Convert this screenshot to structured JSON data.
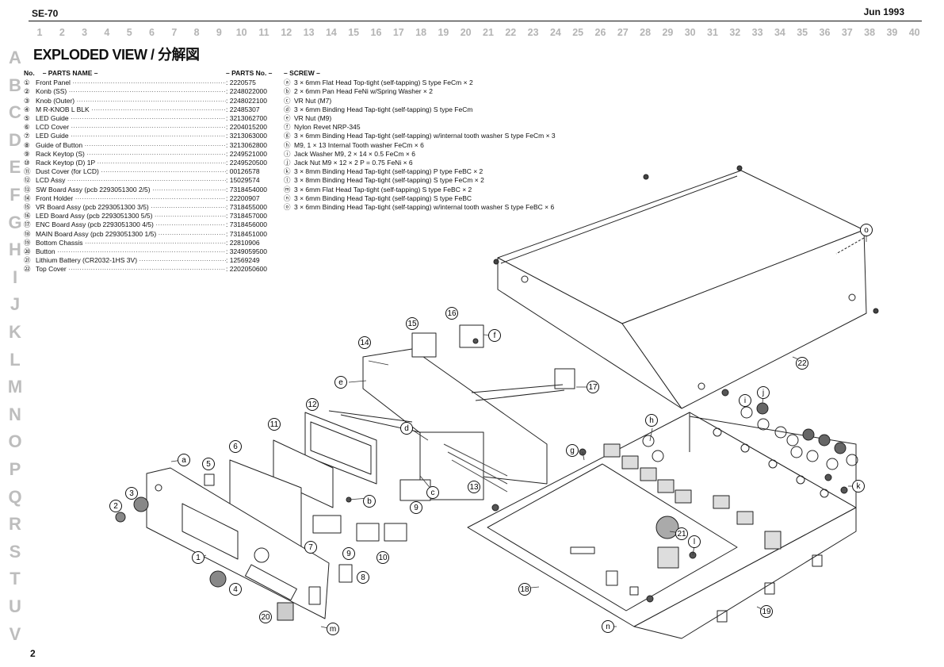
{
  "header": {
    "model": "SE-70",
    "date": "Jun 1993",
    "page_number": "2"
  },
  "column_index": [
    "1",
    "2",
    "3",
    "4",
    "5",
    "6",
    "7",
    "8",
    "9",
    "10",
    "11",
    "12",
    "13",
    "14",
    "15",
    "16",
    "17",
    "18",
    "19",
    "20",
    "21",
    "22",
    "23",
    "24",
    "25",
    "26",
    "27",
    "28",
    "29",
    "30",
    "31",
    "32",
    "33",
    "34",
    "35",
    "36",
    "37",
    "38",
    "39",
    "40"
  ],
  "row_index": [
    "A",
    "B",
    "C",
    "D",
    "E",
    "F",
    "G",
    "H",
    "I",
    "J",
    "K",
    "L",
    "M",
    "N",
    "O",
    "P",
    "Q",
    "R",
    "S",
    "T",
    "U",
    "V"
  ],
  "title": "EXPLODED VIEW / 分解図",
  "parts_list": {
    "header_no": "No.",
    "header_name": "– PARTS NAME –",
    "header_parts_no": "– PARTS No. –",
    "items": [
      {
        "no": "①",
        "name": "Front Panel",
        "part_no": ": 2220575"
      },
      {
        "no": "②",
        "name": "Konb (SS)",
        "part_no": ": 2248022000"
      },
      {
        "no": "③",
        "name": "Knob (Outer)",
        "part_no": ": 2248022100"
      },
      {
        "no": "④",
        "name": "M R-KNOB L BLK",
        "part_no": ": 22485307"
      },
      {
        "no": "⑤",
        "name": "LED Guide",
        "part_no": ": 3213062700"
      },
      {
        "no": "⑥",
        "name": "LCD Cover",
        "part_no": ": 2204015200"
      },
      {
        "no": "⑦",
        "name": "LED Guide",
        "part_no": ": 3213063000"
      },
      {
        "no": "⑧",
        "name": "Guide of Button",
        "part_no": ": 3213062800"
      },
      {
        "no": "⑨",
        "name": "Rack Keytop (S)",
        "part_no": ": 2249521000"
      },
      {
        "no": "⑩",
        "name": "Rack Keytop (D) 1P",
        "part_no": ": 2249520500"
      },
      {
        "no": "⑪",
        "name": "Dust Cover (for LCD)",
        "part_no": ": 00126578"
      },
      {
        "no": "⑫",
        "name": "LCD Assy",
        "part_no": ": 15029574"
      },
      {
        "no": "⑬",
        "name": "SW Board Assy (pcb 2293051300 2/5)",
        "part_no": ": 7318454000"
      },
      {
        "no": "⑭",
        "name": "Front Holder",
        "part_no": ": 22200907"
      },
      {
        "no": "⑮",
        "name": "VR Board Assy (pcb 2293051300 3/5)",
        "part_no": ": 7318455000"
      },
      {
        "no": "⑯",
        "name": "LED Board Assy (pcb 2293051300 5/5)",
        "part_no": ": 7318457000"
      },
      {
        "no": "⑰",
        "name": "ENC Board Assy (pcb 2293051300 4/5)",
        "part_no": ": 7318456000"
      },
      {
        "no": "⑱",
        "name": "MAIN Board Assy (pcb 2293051300 1/5)",
        "part_no": ": 7318451000"
      },
      {
        "no": "⑲",
        "name": "Bottom Chassis",
        "part_no": ": 22810906"
      },
      {
        "no": "⑳",
        "name": "Button",
        "part_no": ": 3249059500"
      },
      {
        "no": "㉑",
        "name": "Lithium Battery (CR2032-1HS 3V)",
        "part_no": ": 12569249"
      },
      {
        "no": "㉒",
        "name": "Top Cover",
        "part_no": ": 2202050600"
      }
    ]
  },
  "screw_list": {
    "header": "– SCREW –",
    "items": [
      {
        "letter": "ⓐ",
        "text": "3 × 6mm Flat Head Top-tight (self-tapping) S type FeCm × 2"
      },
      {
        "letter": "ⓑ",
        "text": "2 × 6mm Pan Head FeNi w/Spring Washer × 2"
      },
      {
        "letter": "ⓒ",
        "text": "VR Nut (M7)"
      },
      {
        "letter": "ⓓ",
        "text": "3 × 6mm Binding Head Tap-tight (self-tapping) S type FeCm"
      },
      {
        "letter": "ⓔ",
        "text": "VR Nut (M9)"
      },
      {
        "letter": "ⓕ",
        "text": "Nylon Revet NRP-345"
      },
      {
        "letter": "ⓖ",
        "text": "3 × 6mm Binding Head Tap-tight (self-tapping) w/internal tooth washer S type FeCm × 3"
      },
      {
        "letter": "ⓗ",
        "text": "M9, 1 × 13 Internal Tooth washer FeCm × 6"
      },
      {
        "letter": "ⓘ",
        "text": "Jack Washer M9, 2 × 14 × 0.5 FeCm × 6"
      },
      {
        "letter": "ⓙ",
        "text": "Jack Nut M9 × 12 × 2 P = 0.75 FeNi × 6"
      },
      {
        "letter": "ⓚ",
        "text": "3 × 8mm Binding Head Tap-tight (self-tapping) P type FeBC × 2"
      },
      {
        "letter": "ⓛ",
        "text": "3 × 8mm Binding Head Tap-tight (self-tapping) S type FeCm × 2"
      },
      {
        "letter": "ⓜ",
        "text": "3 × 6mm Flat Head Tap-tight (self-tapping) S type FeBC × 2"
      },
      {
        "letter": "ⓝ",
        "text": "3 × 6mm Binding Head Tap-tight (self-tapping) S type FeBC"
      },
      {
        "letter": "ⓞ",
        "text": "3 × 6mm Binding Head Tap-tight (self-tapping) w/internal tooth washer S type FeBC × 6"
      }
    ]
  },
  "diagram": {
    "callouts": [
      {
        "label": "a"
      },
      {
        "label": "b"
      },
      {
        "label": "c"
      },
      {
        "label": "d"
      },
      {
        "label": "e"
      },
      {
        "label": "f"
      },
      {
        "label": "g"
      },
      {
        "label": "h"
      },
      {
        "label": "i"
      },
      {
        "label": "j"
      },
      {
        "label": "k"
      },
      {
        "label": "l"
      },
      {
        "label": "m"
      },
      {
        "label": "n"
      },
      {
        "label": "o"
      },
      {
        "label": "1"
      },
      {
        "label": "2"
      },
      {
        "label": "3"
      },
      {
        "label": "4"
      },
      {
        "label": "5"
      },
      {
        "label": "6"
      },
      {
        "label": "7"
      },
      {
        "label": "8"
      },
      {
        "label": "9"
      },
      {
        "label": "9"
      },
      {
        "label": "10"
      },
      {
        "label": "11"
      },
      {
        "label": "12"
      },
      {
        "label": "13"
      },
      {
        "label": "14"
      },
      {
        "label": "15"
      },
      {
        "label": "16"
      },
      {
        "label": "17"
      },
      {
        "label": "18"
      },
      {
        "label": "19"
      },
      {
        "label": "20"
      },
      {
        "label": "21"
      },
      {
        "label": "22"
      }
    ]
  }
}
